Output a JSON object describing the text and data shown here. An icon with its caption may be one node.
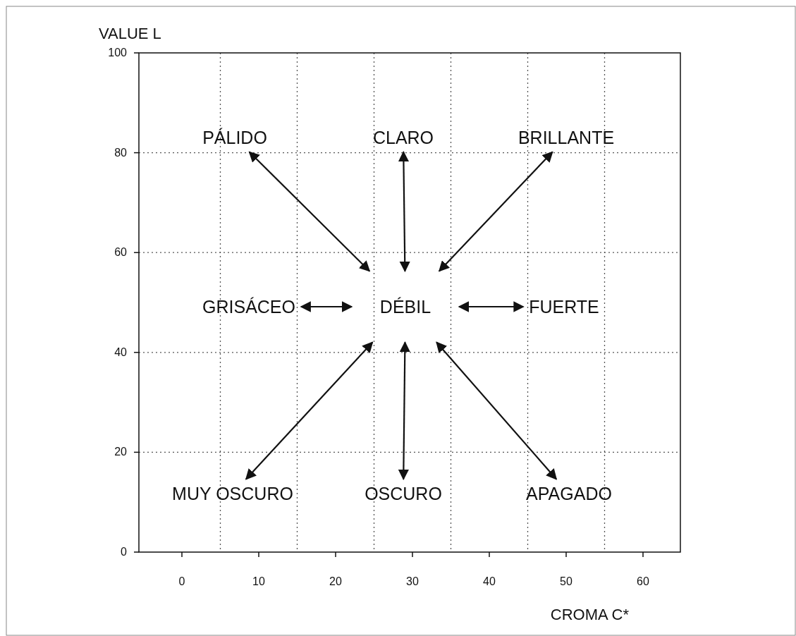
{
  "diagram": {
    "nodes": [
      {
        "text": [
          "PÁLIDO"
        ]
      },
      {
        "text": [
          "CLARO"
        ]
      },
      {
        "text": [
          "BRILLANTE"
        ]
      },
      {
        "text": [
          "GRISÁCEO"
        ]
      },
      {
        "text": [
          "DÉBIL"
        ]
      },
      {
        "text": [
          "FUERTE"
        ]
      },
      {
        "text": [
          "MUY OSCURO"
        ]
      },
      {
        "text": [
          "OSCURO"
        ]
      },
      {
        "text": [
          "APAGADO"
        ]
      }
    ],
    "edges": [
      {
        "from": 4,
        "to": 0,
        "arrow": "both"
      },
      {
        "from": 4,
        "to": 1,
        "arrow": "both"
      },
      {
        "from": 4,
        "to": 2,
        "arrow": "both"
      },
      {
        "from": 4,
        "to": 3,
        "arrow": "both"
      },
      {
        "from": 4,
        "to": 5,
        "arrow": "both"
      },
      {
        "from": 4,
        "to": 6,
        "arrow": "both"
      },
      {
        "from": 4,
        "to": 7,
        "arrow": "both"
      },
      {
        "from": 4,
        "to": 8,
        "arrow": "both"
      }
    ],
    "labels": [
      "VALUE L",
      "100",
      "80",
      "60",
      "40",
      "20",
      "0",
      "0",
      "10",
      "20",
      "30",
      "40",
      "50",
      "60",
      "CROMA C*"
    ]
  }
}
